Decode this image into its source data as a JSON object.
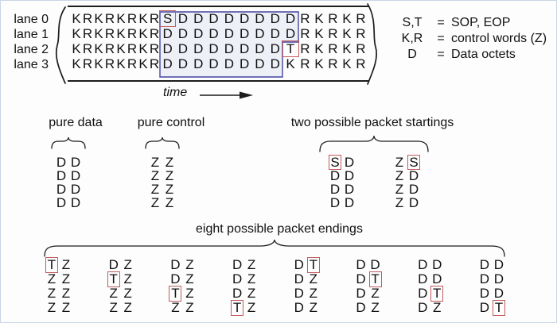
{
  "lane_diagram": {
    "lane_labels": [
      "lane 0",
      "lane 1",
      "lane 2",
      "lane 3"
    ],
    "lanes": [
      "KRKRKRKRSDDDDDDDDRKRKR",
      "KRKRKRKRDDDDDDDDDRKRKR",
      "KRKRKRKRDDDDDDDDTRKRKR",
      "KRKRKRKRDDDDDDDDKRKRKR"
    ],
    "red_boxed_cells": [
      {
        "row": 0,
        "col": 8
      },
      {
        "row": 2,
        "col": 16
      }
    ],
    "time_label": "time"
  },
  "legend": {
    "rows": [
      {
        "term": "S,T",
        "eq": "=",
        "desc": "SOP, EOP"
      },
      {
        "term": "K,R",
        "eq": "=",
        "desc": "control words (Z)"
      },
      {
        "term": "D",
        "eq": "=",
        "desc": "Data octets"
      }
    ]
  },
  "middle": {
    "pure_data": {
      "label": "pure data",
      "rows": [
        [
          "D",
          "D"
        ],
        [
          "D",
          "D"
        ],
        [
          "D",
          "D"
        ],
        [
          "D",
          "D"
        ]
      ],
      "red": []
    },
    "pure_control": {
      "label": "pure control",
      "rows": [
        [
          "Z",
          "Z"
        ],
        [
          "Z",
          "Z"
        ],
        [
          "Z",
          "Z"
        ],
        [
          "Z",
          "Z"
        ]
      ],
      "red": []
    },
    "startings": {
      "label": "two possible packet startings",
      "groups": [
        {
          "rows": [
            [
              "S",
              "D"
            ],
            [
              "D",
              "D"
            ],
            [
              "D",
              "D"
            ],
            [
              "D",
              "D"
            ]
          ],
          "red": [
            [
              0,
              0
            ]
          ]
        },
        {
          "rows": [
            [
              "Z",
              "S"
            ],
            [
              "Z",
              "D"
            ],
            [
              "Z",
              "D"
            ],
            [
              "Z",
              "D"
            ]
          ],
          "red": [
            [
              0,
              1
            ]
          ]
        }
      ]
    }
  },
  "endings": {
    "label": "eight possible packet endings",
    "groups": [
      {
        "rows": [
          [
            "T",
            "Z"
          ],
          [
            "Z",
            "Z"
          ],
          [
            "Z",
            "Z"
          ],
          [
            "Z",
            "Z"
          ]
        ],
        "red": [
          [
            0,
            0
          ]
        ]
      },
      {
        "rows": [
          [
            "D",
            "Z"
          ],
          [
            "T",
            "Z"
          ],
          [
            "Z",
            "Z"
          ],
          [
            "Z",
            "Z"
          ]
        ],
        "red": [
          [
            1,
            0
          ]
        ]
      },
      {
        "rows": [
          [
            "D",
            "Z"
          ],
          [
            "D",
            "Z"
          ],
          [
            "T",
            "Z"
          ],
          [
            "Z",
            "Z"
          ]
        ],
        "red": [
          [
            2,
            0
          ]
        ]
      },
      {
        "rows": [
          [
            "D",
            "Z"
          ],
          [
            "D",
            "Z"
          ],
          [
            "D",
            "Z"
          ],
          [
            "T",
            "Z"
          ]
        ],
        "red": [
          [
            3,
            0
          ]
        ]
      },
      {
        "rows": [
          [
            "D",
            "T"
          ],
          [
            "D",
            "Z"
          ],
          [
            "D",
            "Z"
          ],
          [
            "D",
            "Z"
          ]
        ],
        "red": [
          [
            0,
            1
          ]
        ]
      },
      {
        "rows": [
          [
            "D",
            "D"
          ],
          [
            "D",
            "T"
          ],
          [
            "D",
            "Z"
          ],
          [
            "D",
            "Z"
          ]
        ],
        "red": [
          [
            1,
            1
          ]
        ]
      },
      {
        "rows": [
          [
            "D",
            "D"
          ],
          [
            "D",
            "D"
          ],
          [
            "D",
            "T"
          ],
          [
            "D",
            "Z"
          ]
        ],
        "red": [
          [
            2,
            1
          ]
        ]
      },
      {
        "rows": [
          [
            "D",
            "D"
          ],
          [
            "D",
            "D"
          ],
          [
            "D",
            "D"
          ],
          [
            "D",
            "T"
          ]
        ],
        "red": [
          [
            3,
            1
          ]
        ]
      }
    ]
  },
  "colors": {
    "red_box": "#c25a5e",
    "blue_box": "#4343a0",
    "blue_fill": "#eef0f8",
    "line": "#1c1c1c"
  }
}
